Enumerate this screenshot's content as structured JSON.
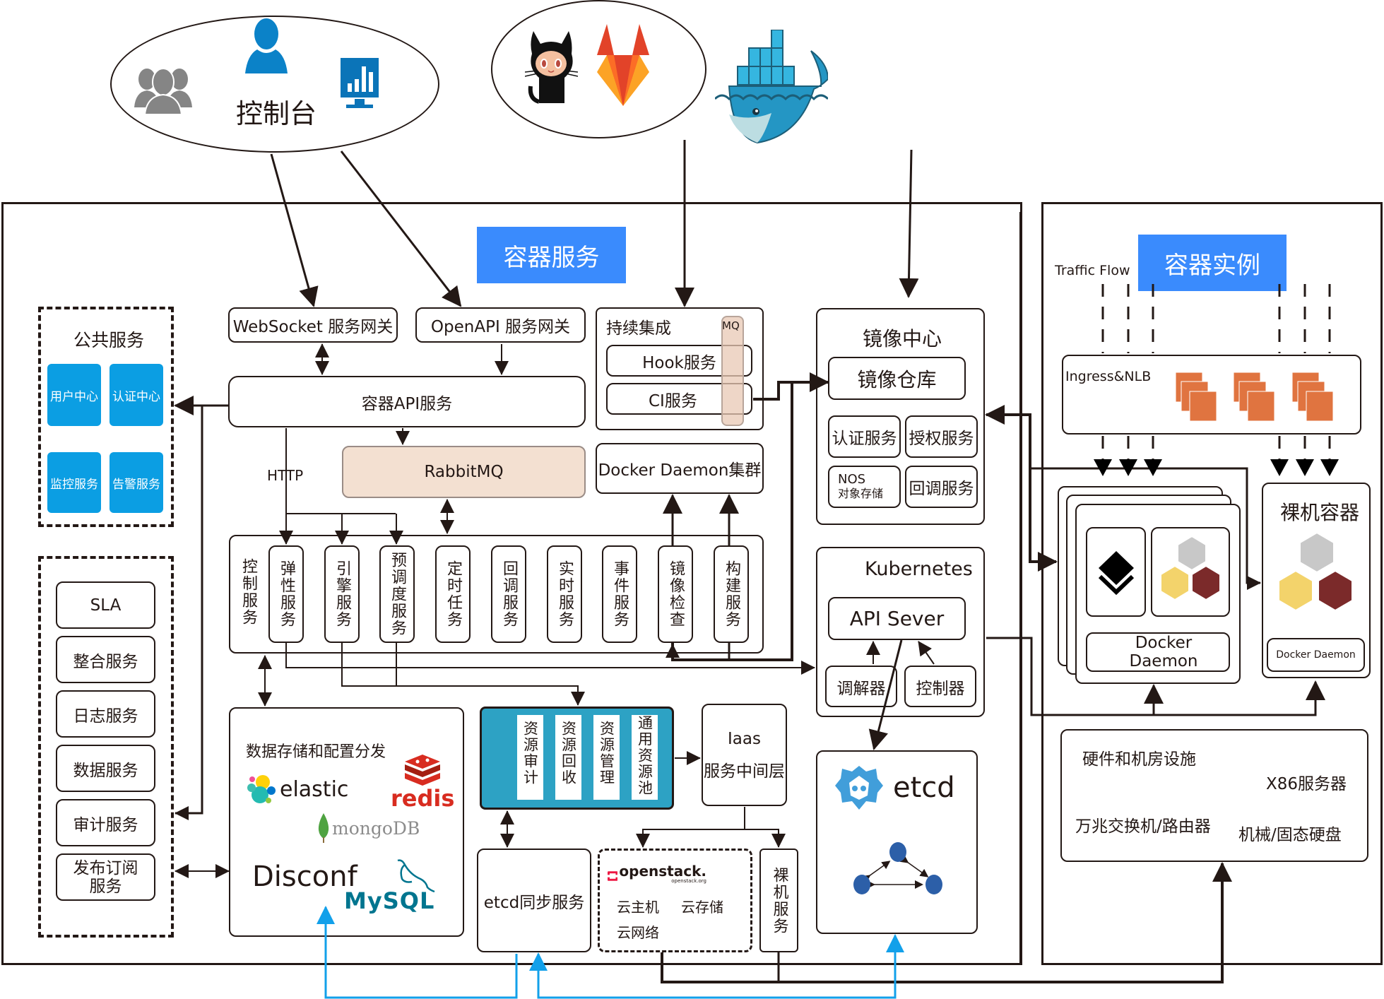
{
  "top": {
    "console_label": "控制台",
    "console_icons": [
      "users-group-icon",
      "user-icon",
      "dashboard-monitor-icon"
    ],
    "vcs_icons": [
      "github-octocat-icon",
      "gitlab-icon"
    ],
    "docker_icon": "docker-whale-icon"
  },
  "container_service": {
    "title": "容器服务",
    "public_services": {
      "title": "公共服务",
      "tiles": [
        "用户中心",
        "认证中心",
        "监控服务",
        "告警服务"
      ]
    },
    "support_services": [
      "SLA",
      "整合服务",
      "日志服务",
      "数据服务",
      "审计服务",
      "发布订阅\n服务"
    ],
    "gateways": {
      "websocket": "WebSocket 服务网关",
      "openapi": "OpenAPI 服务网关"
    },
    "container_api": "容器API服务",
    "http_label": "HTTP",
    "rabbitmq": "RabbitMQ",
    "ci": {
      "title": "持续集成",
      "mq": "MQ",
      "hook": "Hook服务",
      "ci_service": "CI服务"
    },
    "docker_daemon_cluster": "Docker Daemon集群",
    "service_row": {
      "group_label": "控制服务",
      "items": [
        "弹性服务",
        "引擎服务",
        "预调度服务",
        "定时任务",
        "回调服务",
        "实时服务",
        "事件服务",
        "镜像检查",
        "构建服务"
      ]
    },
    "data_store": {
      "title": "数据存储和配置分发",
      "logos": [
        "elastic",
        "redis",
        "mongoDB",
        "Disconf",
        "MySQL"
      ]
    },
    "resource_pool": [
      "资源审计",
      "资源回收",
      "资源管理",
      "通用资源池"
    ],
    "iaas": {
      "line1": "Iaas",
      "line2": "服务中间层"
    },
    "etcd_sync": "etcd同步服务",
    "openstack": {
      "logo": "openstack.",
      "url_text": "openstack.org",
      "items": [
        "云主机",
        "云存储",
        "云网络"
      ]
    },
    "bare_metal_service": "裸机服务",
    "image_center": {
      "title": "镜像中心",
      "registry": "镜像仓库",
      "auth": "认证服务",
      "authz": "授权服务",
      "nos_line1": "NOS",
      "nos_line2": "对象存储",
      "callback": "回调服务"
    },
    "kubernetes": {
      "title": "Kubernetes",
      "api_server": "API Sever",
      "reconciler": "调解器",
      "controller": "控制器"
    },
    "etcd": {
      "label": "etcd"
    }
  },
  "container_instance": {
    "title": "容器实例",
    "traffic_flow": "Traffic Flow",
    "ingress": "Ingress&NLB",
    "docker_daemon": "Docker Daemon",
    "bare_metal": {
      "title": "裸机容器",
      "docker_daemon": "Docker Daemon"
    },
    "hardware": {
      "title": "硬件和机房设施",
      "x86": "X86服务器",
      "switch": "万兆交换机/路由器",
      "disk": "机械/固态硬盘"
    }
  },
  "colors": {
    "label_blue": "#3a8bfd",
    "tile_blue": "#0b9ee3",
    "rabbitmq_fill": "#f3e0d1",
    "resource_pool_fill": "#2da2c4",
    "orange_stack": "#e07440",
    "blue_arrow": "#12a0ea",
    "line": "#231815"
  }
}
